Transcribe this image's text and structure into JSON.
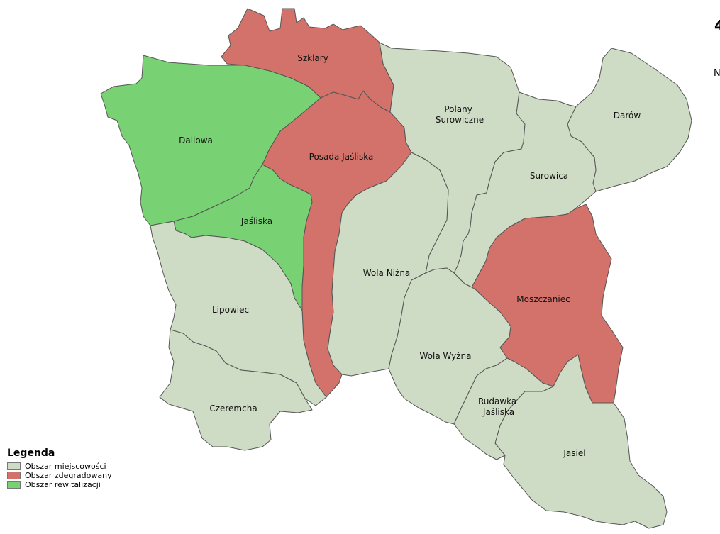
{
  "colors": {
    "miejscowosci": "#cfdcc5",
    "zdegradowany": "#d2726a",
    "rewitalizacji": "#78d173"
  },
  "regions": [
    {
      "id": "szklary",
      "label": "Szklary",
      "category": "zdegradowany"
    },
    {
      "id": "daliowa",
      "label": "Daliowa",
      "category": "rewitalizacji"
    },
    {
      "id": "jasliska",
      "label": "Jaśliska",
      "category": "rewitalizacji"
    },
    {
      "id": "posada",
      "label": "Posada Jaśliska",
      "category": "zdegradowany"
    },
    {
      "id": "polany",
      "label": "Polany Surowiczne",
      "category": "miejscowosci"
    },
    {
      "id": "darow",
      "label": "Darów",
      "category": "miejscowosci"
    },
    {
      "id": "surowica",
      "label": "Surowica",
      "category": "miejscowosci"
    },
    {
      "id": "lipowiec",
      "label": "Lipowiec",
      "category": "miejscowosci"
    },
    {
      "id": "wolaNizna",
      "label": "Wola Niżna",
      "category": "miejscowosci"
    },
    {
      "id": "moszczaniec",
      "label": "Moszczaniec",
      "category": "zdegradowany"
    },
    {
      "id": "wolaWyzna",
      "label": "Wola Wyżna",
      "category": "miejscowosci"
    },
    {
      "id": "czeremcha",
      "label": "Czeremcha",
      "category": "miejscowosci"
    },
    {
      "id": "rudawka",
      "label": "Rudawka Jaśliska",
      "category": "miejscowosci"
    },
    {
      "id": "jasiel",
      "label": "Jasiel",
      "category": "miejscowosci"
    }
  ],
  "legend": {
    "title": "Legenda",
    "items": [
      {
        "label": "Obszar miejscowości",
        "category": "miejscowosci"
      },
      {
        "label": "Obszar zdegradowany",
        "category": "zdegradowany"
      },
      {
        "label": "Obszar rewitalizacji",
        "category": "rewitalizacji"
      }
    ]
  },
  "edge_text": {
    "top": "4",
    "right": "N"
  }
}
